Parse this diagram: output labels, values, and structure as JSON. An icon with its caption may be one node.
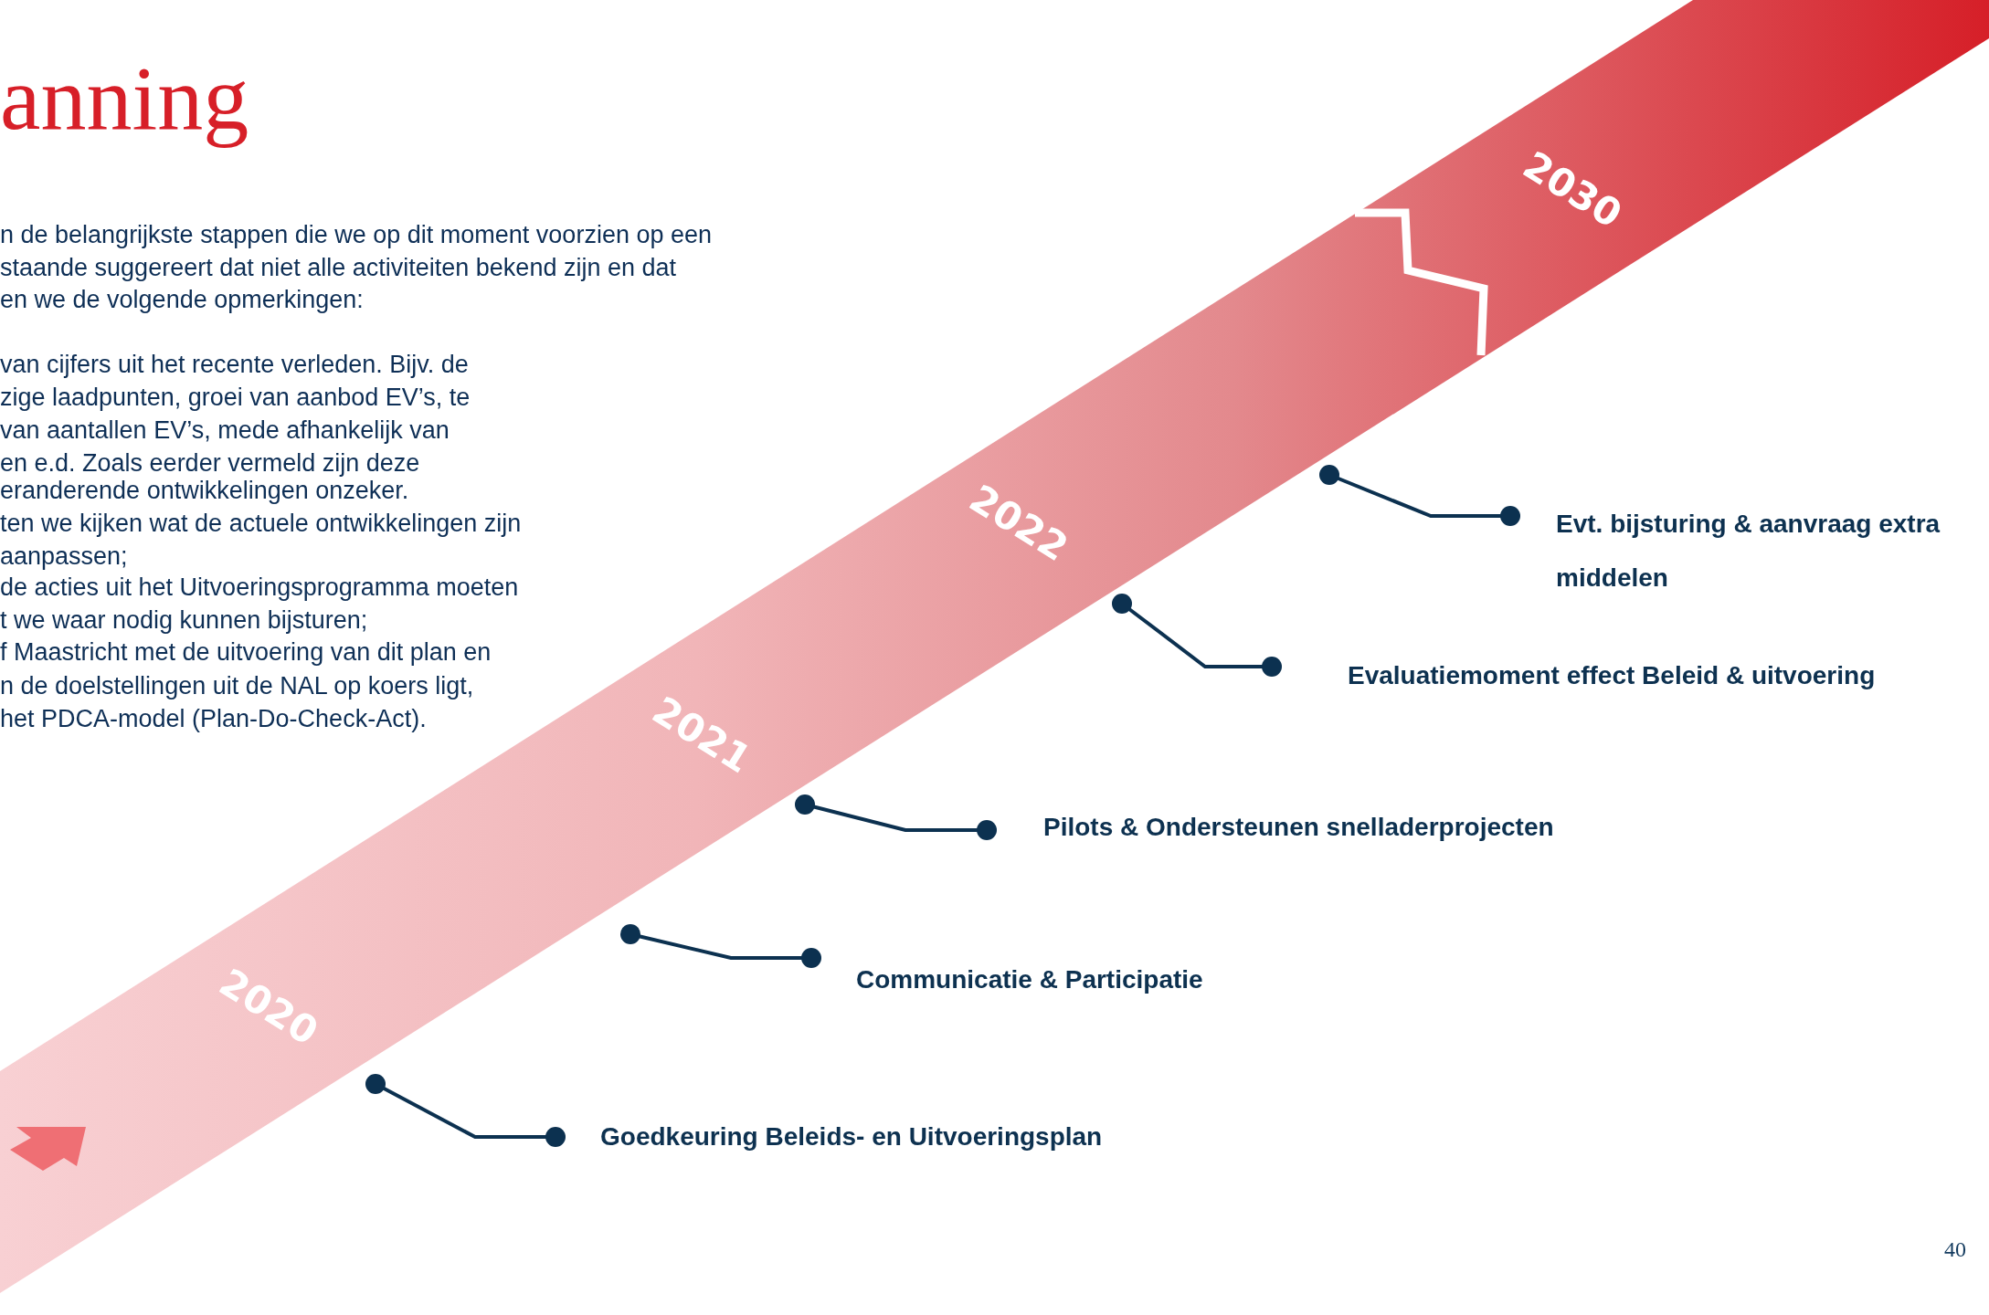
{
  "diagram": {
    "title": "anning",
    "nodes": [
      {
        "text": [
          "2020",
          "2021",
          "2022",
          "2030"
        ]
      },
      {
        "text": [
          "Goedkeuring Beleids- en Uitvoeringsplan"
        ]
      },
      {
        "text": [
          "Communicatie & Participatie"
        ]
      },
      {
        "text": [
          "Pilots & Ondersteunen snelladerprojecten"
        ]
      },
      {
        "text": [
          "Evaluatiemoment effect Beleid & uitvoering"
        ]
      },
      {
        "text": [
          "Evt. bijsturing & aanvraag extra middelen"
        ]
      }
    ],
    "edges": [
      {
        "from": 0,
        "to": 1,
        "arrow": "other"
      },
      {
        "from": 0,
        "to": 2,
        "arrow": "other"
      },
      {
        "from": 0,
        "to": 3,
        "arrow": "other"
      },
      {
        "from": 0,
        "to": 4,
        "arrow": "other"
      },
      {
        "from": 0,
        "to": 5,
        "arrow": "other"
      }
    ],
    "labels": [
      "n de belangrijkste stappen die we op dit moment voorzien op een",
      "staande suggereert dat niet alle activiteiten bekend zijn en dat",
      "en we de volgende opmerkingen:",
      "van cijfers uit het recente verleden. Bijv. de",
      "zige laadpunten, groei van aanbod EV’s, te",
      "van aantallen EV’s, mede afhankelijk van",
      "en e.d. Zoals eerder vermeld zijn deze",
      "eranderende ontwikkelingen onzeker.",
      "ten we kijken wat de actuele ontwikkelingen zijn",
      "aanpassen;",
      "de acties uit het Uitvoeringsprogramma moeten",
      "t we waar nodig kunnen bijsturen;",
      "f Maastricht met de uitvoering van dit plan en",
      "n de doelstellingen uit de NAL op koers ligt,",
      "het PDCA-model (Plan-Do-Check-Act).",
      "40"
    ]
  }
}
